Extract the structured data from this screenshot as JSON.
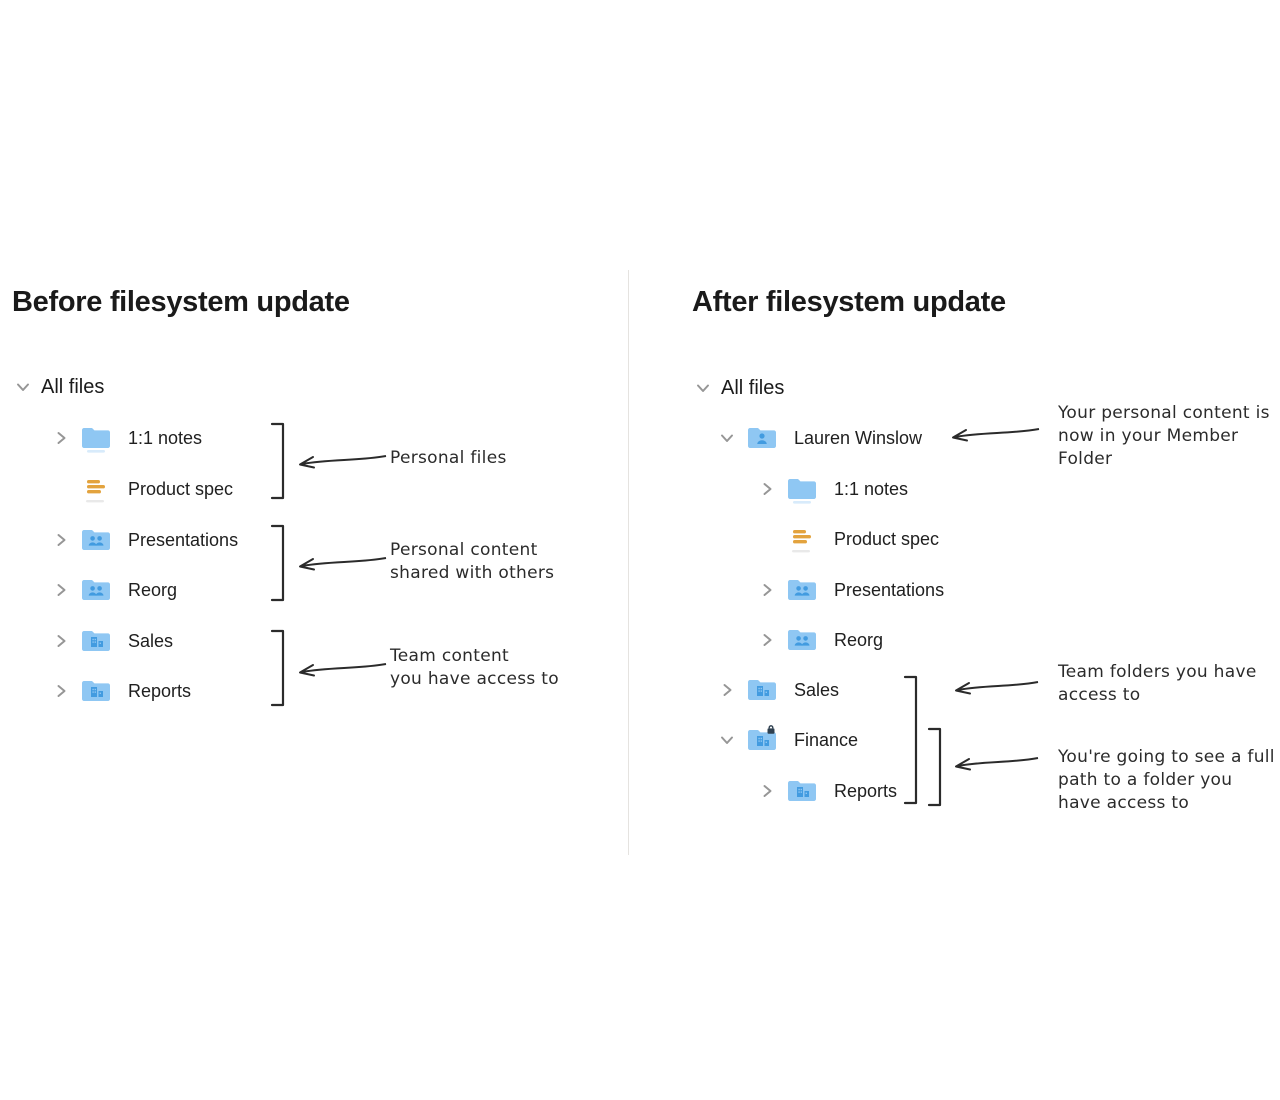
{
  "left": {
    "title": "Before filesystem update",
    "root": {
      "label": "All files",
      "chevron": "down"
    },
    "items": [
      {
        "label": "1:1 notes",
        "icon": "folder",
        "chevron": "right"
      },
      {
        "label": "Product spec",
        "icon": "paper-doc",
        "chevron": "none"
      },
      {
        "label": "Presentations",
        "icon": "shared-folder",
        "chevron": "right"
      },
      {
        "label": "Reorg",
        "icon": "shared-folder",
        "chevron": "right"
      },
      {
        "label": "Sales",
        "icon": "team-folder",
        "chevron": "right"
      },
      {
        "label": "Reports",
        "icon": "team-folder",
        "chevron": "right"
      }
    ],
    "annotations": [
      {
        "lines": [
          "Personal files"
        ]
      },
      {
        "lines": [
          "Personal content",
          "shared with others"
        ]
      },
      {
        "lines": [
          "Team content",
          "you have access to"
        ]
      }
    ]
  },
  "right": {
    "title": "After filesystem update",
    "root": {
      "label": "All files",
      "chevron": "down"
    },
    "items": [
      {
        "label": "Lauren Winslow",
        "icon": "member-folder",
        "chevron": "down",
        "level": 1
      },
      {
        "label": "1:1 notes",
        "icon": "folder",
        "chevron": "right",
        "level": 2
      },
      {
        "label": "Product spec",
        "icon": "paper-doc",
        "chevron": "none",
        "level": 2
      },
      {
        "label": "Presentations",
        "icon": "shared-folder",
        "chevron": "right",
        "level": 2
      },
      {
        "label": "Reorg",
        "icon": "shared-folder",
        "chevron": "right",
        "level": 2
      },
      {
        "label": "Sales",
        "icon": "team-folder",
        "chevron": "right",
        "level": 1
      },
      {
        "label": "Finance",
        "icon": "team-folder-locked",
        "chevron": "down",
        "level": 1
      },
      {
        "label": "Reports",
        "icon": "team-folder",
        "chevron": "right",
        "level": 2
      }
    ],
    "annotations": [
      {
        "lines": [
          "Your personal content is",
          "now in your Member",
          "Folder"
        ]
      },
      {
        "lines": [
          "Team folders you have",
          "access to"
        ]
      },
      {
        "lines": [
          "You're going to see a full",
          "path to a folder you",
          "have access to"
        ]
      }
    ]
  },
  "colors": {
    "folder_fill": "#8fc7f3",
    "folder_glyph": "#429be0",
    "doc_orange": "#e3a33e",
    "lock": "#2f4050",
    "annotation_ink": "#2b2b2b",
    "chevron": "#969696",
    "divider": "#e5e3e0",
    "text": "#1f1f1f"
  }
}
